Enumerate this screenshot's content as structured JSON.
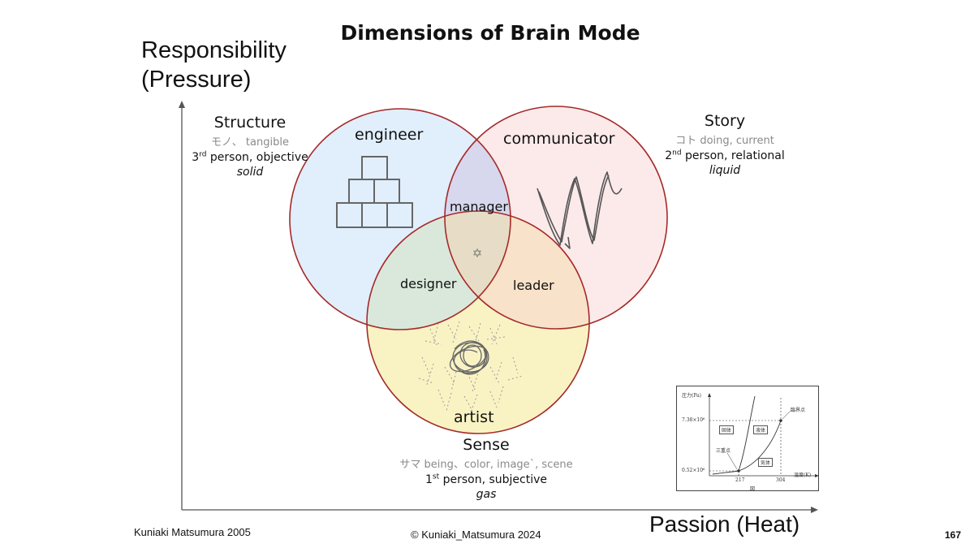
{
  "title": "Dimensions of Brain Mode",
  "axes": {
    "y_label": "Responsibility (Pressure)",
    "x_label": "Passion  (Heat)"
  },
  "corners": {
    "structure": {
      "heading": "Structure",
      "sub": "モノ、 tangible",
      "person_sup": "rd",
      "person_num": "3",
      "person_text": " person, objective",
      "state": "solid"
    },
    "story": {
      "heading": "Story",
      "sub": "コト doing, current",
      "person_num": "2",
      "person_sup": "nd",
      "person_text": " person, relational",
      "state": "liquid"
    },
    "sense": {
      "heading": "Sense",
      "sub": "サマ being、color, image`, scene",
      "person_num": "1",
      "person_sup": "st",
      "person_text": " person, subjective",
      "state": "gas"
    }
  },
  "venn": {
    "engineer": "engineer",
    "communicator": "communicator",
    "artist": "artist",
    "manager": "manager",
    "designer": "designer",
    "leader": "leader",
    "center_symbol": "✡",
    "colors": {
      "outline": "#a52a2a",
      "engineer_fill": "#dcebfa",
      "communicator_fill": "#fbe6e6",
      "artist_fill": "#f9f3c4"
    }
  },
  "inset": {
    "y_axis": "圧力(Pa)",
    "y_tick_high": "7.38×10⁶",
    "y_tick_low": "0.52×10⁶",
    "x_axis": "温度(K)",
    "x_tick_1": "217",
    "x_tick_2": "304",
    "critical_point": "臨界点",
    "triple_point": "三重点",
    "solid": "固体",
    "liquid": "液体",
    "gas": "気体",
    "bottom_char": "図"
  },
  "footer": {
    "left": "Kuniaki Matsumura 2005",
    "center": "© Kuniaki_Matsumura  2024",
    "page": "167"
  }
}
